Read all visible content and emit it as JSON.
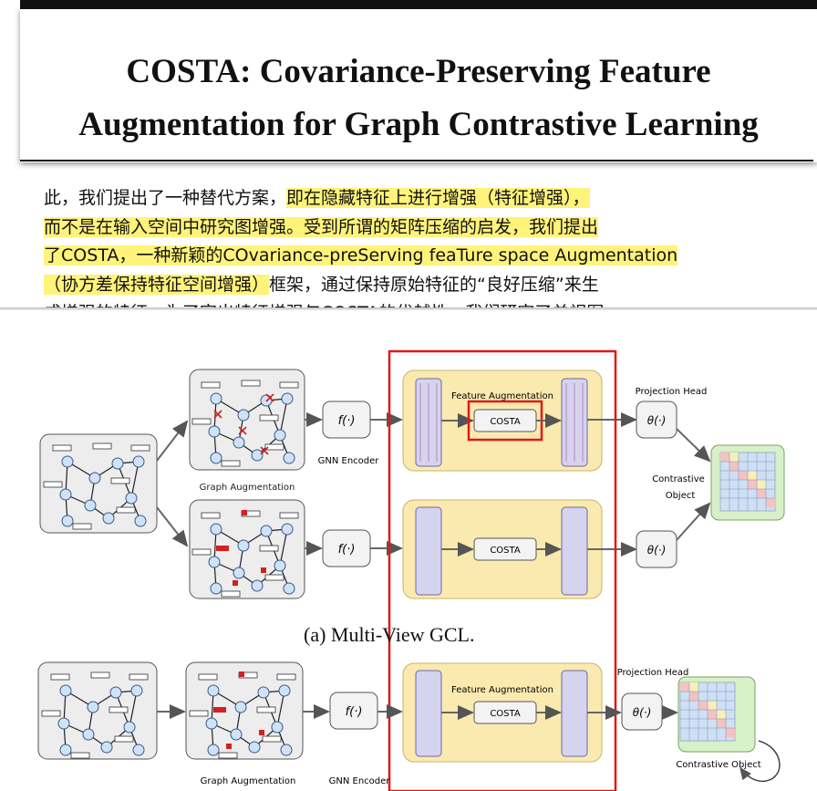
{
  "paper": {
    "title_line1": "COSTA: Covariance-Preserving Feature",
    "title_line2": "Augmentation for Graph Contrastive Learning",
    "text_lines": [
      {
        "plain": "此，我们提出了一种替代方案，",
        "hl": "即在隐藏特征上进行增强（特征增强），"
      },
      {
        "plain": "",
        "hl": "而不是在输入空间中研究图增强。受到所谓的矩阵压缩的启发，我们提出"
      },
      {
        "plain": "",
        "hl": "了COSTA，一种新颖的COvariance-preServing feaTure space Augmentation"
      },
      {
        "plain": "",
        "hl": "（协方差保持特征空间增强）",
        "tail": "框架，通过保持原始特征的“良好压缩”来生"
      },
      {
        "plain": "成增强的特征。为了突出特征增强与COSTA的优越性，我们研究了单视图",
        "hl": ""
      }
    ]
  },
  "figure": {
    "labels": {
      "graph_augmentation": "Graph Augmentation",
      "gnn_encoder": "GNN Encoder",
      "feature_augmentation": "Feature Augmentation",
      "costa": "COSTA",
      "projection_head": "Projection Head",
      "contrastive_object_line1": "Contrastive",
      "contrastive_object_line2": "Object",
      "contrastive_object": "Contrastive Object",
      "encoder_fn": "f(·)",
      "proj_fn": "θ(·)"
    },
    "caption_a": "(a)  Multi-View GCL.",
    "colors": {
      "highlight_box": "#e01919",
      "feature_bg": "#fbeab0",
      "node_fill": "#cfe2f7",
      "matrix_bg": "#d8f0c8",
      "text_highlight": "#fff37a"
    }
  }
}
